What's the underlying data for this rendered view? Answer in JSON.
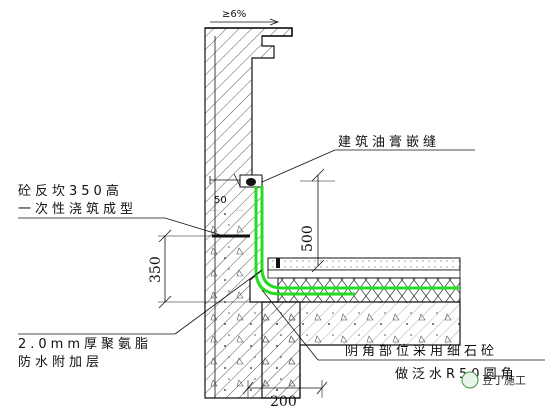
{
  "slope_label": "≥6%",
  "callouts": {
    "asphalt_joint": "建筑油膏嵌缝",
    "curb_line1": "砼反坎350高",
    "curb_line2": "一次性浇筑成型",
    "membrane_line1": "2.0mm厚聚氨脂",
    "membrane_line2": "防水附加层",
    "corner_line1": "阴角部位采用细石砼",
    "corner_line2": "做泛水R50圆角"
  },
  "dimensions": {
    "gap": "50",
    "upturn_height": "500",
    "curb_height": "350",
    "base_width": "200"
  },
  "watermark": "豆丁施工",
  "colors": {
    "line": "#111111",
    "membrane": "#22dd22",
    "hatch": "#333333"
  }
}
